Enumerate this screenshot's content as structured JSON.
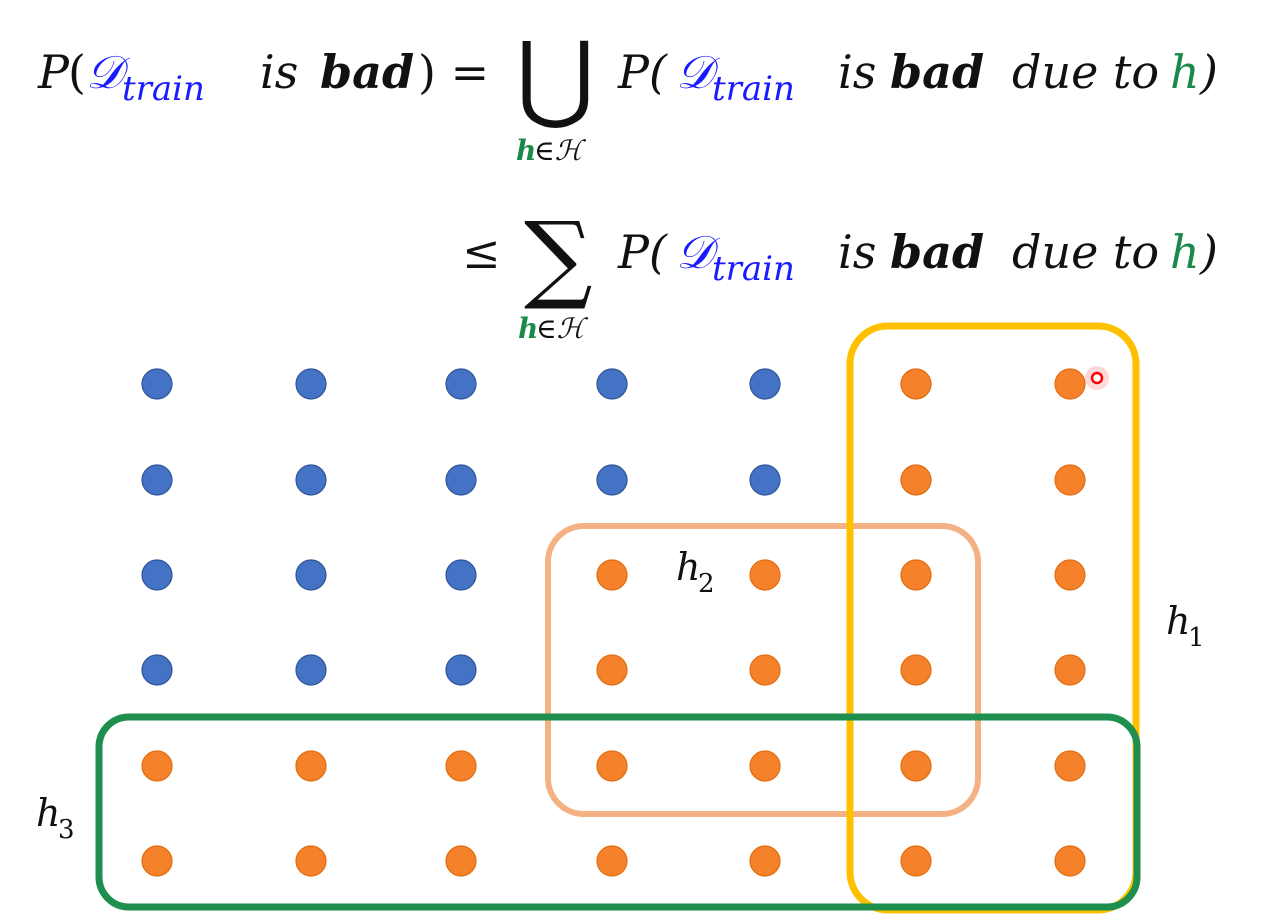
{
  "equation": {
    "line1": {
      "P": "P",
      "open": "(",
      "D": "𝒟",
      "sub": "train",
      "is": "is",
      "bad": "bad",
      "close_eq": ") =",
      "op": "⋃",
      "op_sub_h": "h",
      "op_sub_set": "∈ℋ",
      "rhs_P": "P(",
      "rhs_D": "𝒟",
      "rhs_sub": "train",
      "rhs_is": "is",
      "rhs_bad": "bad",
      "rhs_due": "due to",
      "rhs_h": "h",
      "rhs_close": ")"
    },
    "line2": {
      "leq": "≤",
      "op": "∑",
      "op_sub_h": "h",
      "op_sub_set": "∈ℋ",
      "rhs_P": "P(",
      "rhs_D": "𝒟",
      "rhs_sub": "train",
      "rhs_is": "is",
      "rhs_bad": "bad",
      "rhs_due": "due to",
      "rhs_h": "h",
      "rhs_close": ")"
    }
  },
  "grid": {
    "rows": 6,
    "cols": 7,
    "colors": {
      "good": "#4472c4",
      "bad": "#f5812a",
      "bad_edge": "#e06d10",
      "good_edge": "#2f5597"
    },
    "bad_mask": [
      [
        0,
        0,
        0,
        0,
        0,
        1,
        1
      ],
      [
        0,
        0,
        0,
        0,
        0,
        1,
        1
      ],
      [
        0,
        0,
        0,
        1,
        1,
        1,
        1
      ],
      [
        0,
        0,
        0,
        1,
        1,
        1,
        1
      ],
      [
        1,
        1,
        1,
        1,
        1,
        1,
        1
      ],
      [
        1,
        1,
        1,
        1,
        1,
        1,
        1
      ]
    ]
  },
  "hypotheses": [
    {
      "name": "h",
      "sub": "1",
      "color": "#ffc000"
    },
    {
      "name": "h",
      "sub": "2",
      "color": "#f4b183"
    },
    {
      "name": "h",
      "sub": "3",
      "color": "#1e8f4e"
    }
  ],
  "cursor": {
    "color": "#ff0000"
  }
}
